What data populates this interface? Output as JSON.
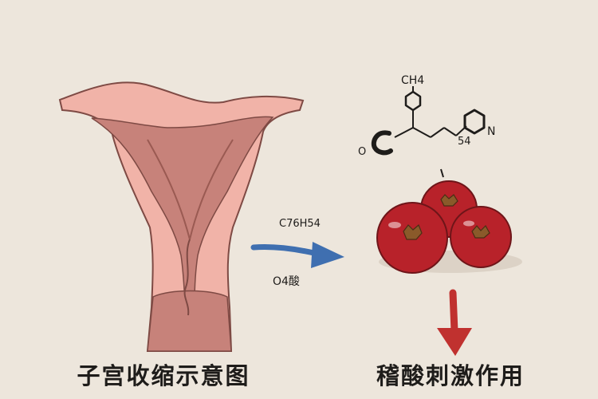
{
  "captions": {
    "left": "子宫收缩示意图",
    "right": "稽酸刺激作用"
  },
  "arrow_label": {
    "top": "C76H54",
    "bottom": "O4酸"
  },
  "molecule": {
    "top_label": "CH4",
    "left_label": "O",
    "right_number": "54",
    "nitrogen_label": "N"
  },
  "colors": {
    "background": "#ede6dc",
    "uterus_outer": "#f1b3a8",
    "uterus_inner": "#c7827a",
    "uterus_outline": "#7e4a44",
    "flow_arrow": "#3f6fb0",
    "fruit": "#b8222a",
    "down_arrow": "#c0312f"
  }
}
